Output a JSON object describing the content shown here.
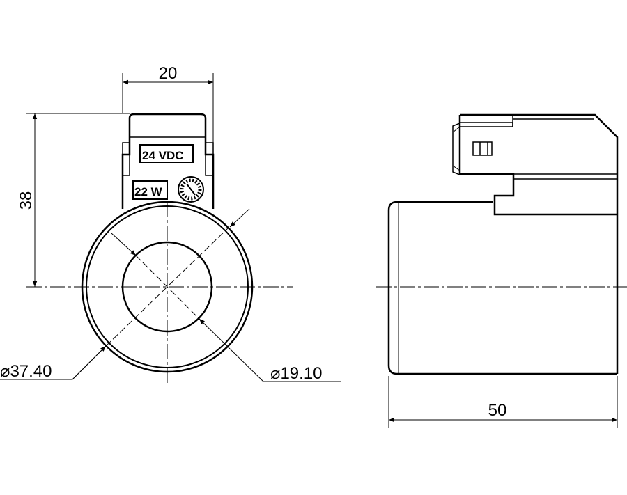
{
  "dimensions": {
    "width": "20",
    "height": "38",
    "outer_diameter": "⌀37.40",
    "bore_diameter": "⌀19.10",
    "length": "50"
  },
  "labels": {
    "voltage": "24 VDC",
    "power": "22 W"
  },
  "colors": {
    "line": "#000000",
    "background": "#ffffff"
  }
}
